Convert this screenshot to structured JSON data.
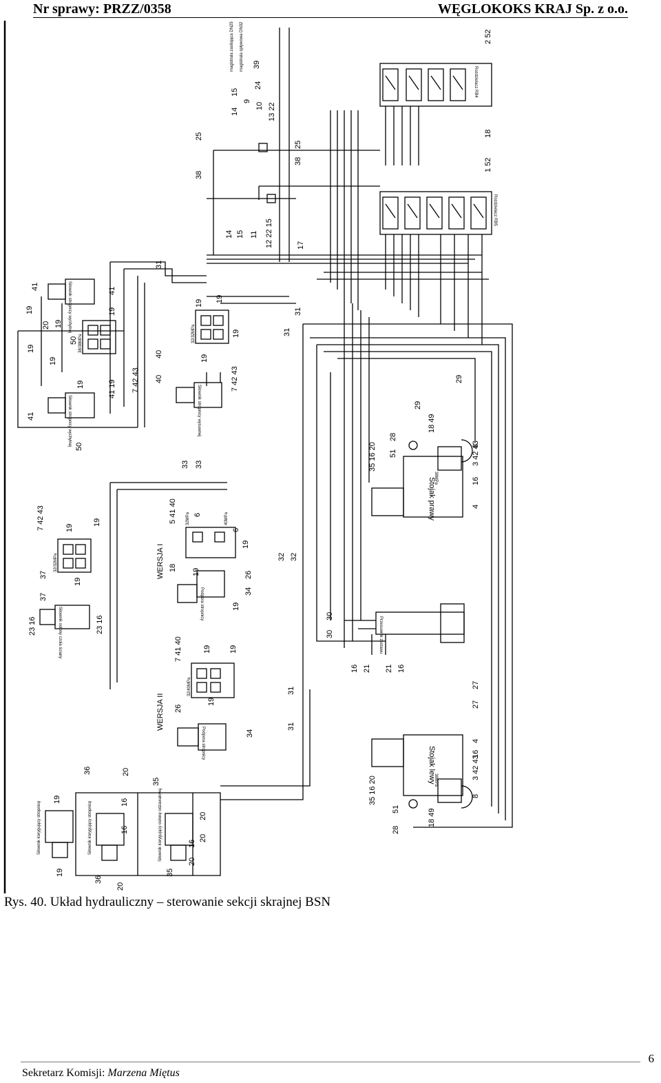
{
  "header": {
    "case_number": "Nr sprawy: PRZZ/0358",
    "company": "WĘGLOKOKS KRAJ Sp. z o.o."
  },
  "figure": {
    "caption": "Rys. 40. Układ hydrauliczny – sterowanie sekcji skrajnej BSN",
    "labels": {
      "distributor_top": "Rozdzielacz RB4",
      "distributor_bottom": "Rozdzielacz RB5",
      "main_pressure": "magistrala zasilająca DN25",
      "main_return": "magistrala spływowa DN32",
      "left_prop": "Stojak lewy",
      "right_prop": "Stojak prawy",
      "shifter": "Przesuwnik zestawu",
      "version_1": "WERSJA I",
      "version_2": "WERSJA II",
      "canopy_support_1": "Podpora stropnicy",
      "canopy_support_2": "Podpora stropnicy",
      "face_shield_cylinder": "Siłownik osłony czoła ściany",
      "extension_cylinder_1": "Siłownik stropnicy wysuwnej",
      "extension_cylinder_2": "Siłownik stropnicy wychylnej",
      "extension_cylinder_3": "Siłownik stropnicy wychylnej",
      "corrective_1": "Siłownik korygujący stropnicę",
      "corrective_2": "Siłownik korygujący stropnicę",
      "corrective_3": "Siłownik korygujący osłonę odzawałową",
      "valve_38": "38/38MPa",
      "valve_32a": "32/32MPa",
      "valve_32b": "32/32MPa",
      "valve_32c": "32/40MPa",
      "valve_38b": "38MPa",
      "valve_38c": "38MPa",
      "p32": "32MPa",
      "p40": "40MPa"
    }
  },
  "footer": {
    "secretary_label": "Sekretarz Komisji:",
    "secretary_name": "Marzena Miętus",
    "page_number": "6"
  }
}
